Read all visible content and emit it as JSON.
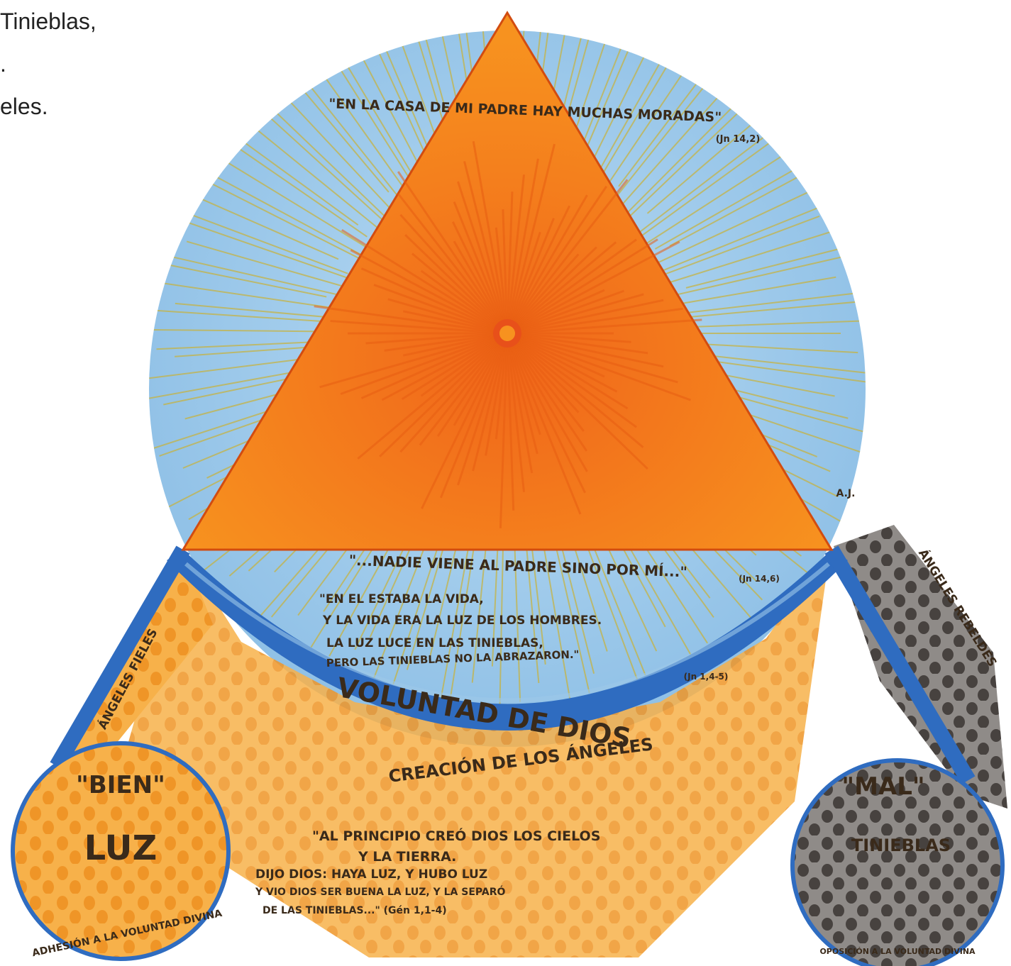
{
  "page_text": {
    "line1": "Tinieblas,",
    "line2": ".",
    "line3": "eles."
  },
  "colors": {
    "sky": "#9cc8ea",
    "triangle": "#f07a1e",
    "triangle_ray": "#e85e12",
    "gold_ray": "#c8b23a",
    "blue_band": "#2f6cc0",
    "good_angels": "#f5a53a",
    "bad_angels": "#6e6866"
  },
  "illustration": {
    "top_quote": "\"EN LA CASA DE MI PADRE HAY MUCHAS MORADAS\"",
    "top_ref": "(Jn 14,2)",
    "artist_mark": "A.J.",
    "middle_quote": "\"...NADIE VIENE AL PADRE SINO POR MÍ...\"",
    "middle_ref": "(Jn 14,6)",
    "john_line1": "\"EN EL ESTABA LA VIDA,",
    "john_line2": "Y LA VIDA ERA LA LUZ DE LOS HOMBRES.",
    "john_line3": "LA LUZ LUCE EN LAS TINIEBLAS,",
    "john_line4": "PERO LAS TINIEBLAS NO LA ABRAZARON.\"",
    "john_ref": "(Jn 1,4-5)",
    "band_label": "VOLUNTAD DE DIOS",
    "creation_label": "CREACIÓN DE LOS ÁNGELES",
    "faithful_label": "ÁNGELES FIELES",
    "rebel_label": "ÁNGELES REBELDES",
    "good_word": "\"BIEN\"",
    "light_word": "LUZ",
    "adhesion": "ADHESIÓN A LA VOLUNTAD DIVINA",
    "evil_word": "\"MAL\"",
    "darkness_word": "TINIEBLAS",
    "rejection": "OPOSICIÓN A LA VOLUNTAD DIVINA",
    "genesis_line1": "\"AL PRINCIPIO CREÓ DIOS LOS CIELOS",
    "genesis_line2": "Y LA TIERRA.",
    "genesis_line3": "DIJO DIOS: HAYA LUZ, Y HUBO LUZ",
    "genesis_line4": "Y VIO DIOS SER BUENA LA LUZ, Y LA SEPARÓ",
    "genesis_line5": "DE LAS TINIEBLAS...\" (Gén 1,1-4)"
  }
}
